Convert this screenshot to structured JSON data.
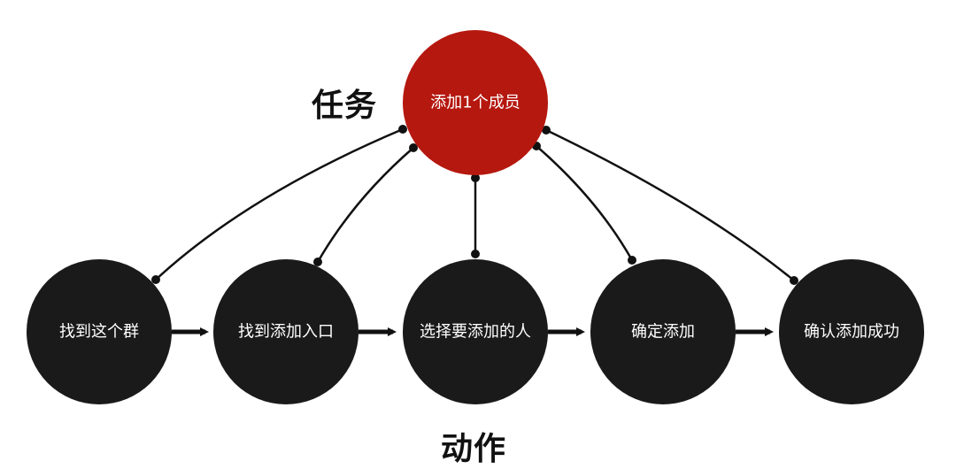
{
  "labels": {
    "task": "任务",
    "action": "动作"
  },
  "task_node": {
    "text": "添加1个成员"
  },
  "action_nodes": [
    {
      "text": "找到这个群"
    },
    {
      "text": "找到添加入口"
    },
    {
      "text": "选择要添加的人"
    },
    {
      "text": "确定添加"
    },
    {
      "text": "确认添加成功"
    }
  ],
  "colors": {
    "task_fill": "#b5180f",
    "action_fill": "#1a1a1a",
    "connector": "#111111",
    "background": "#ffffff"
  }
}
